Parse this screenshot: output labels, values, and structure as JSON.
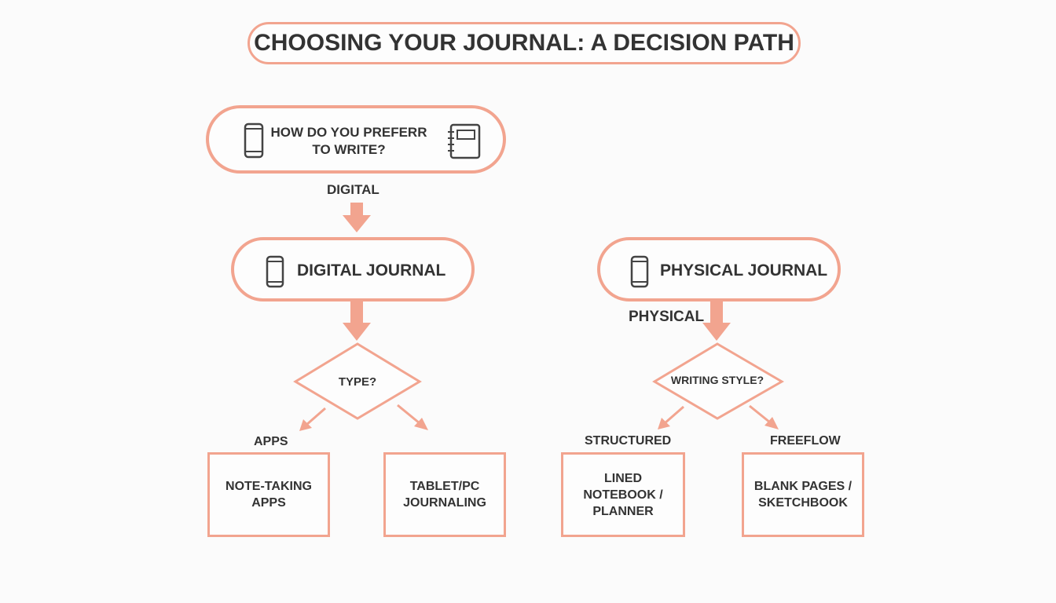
{
  "title": "CHOOSING YOUR JOURNAL: A DECISION PATH",
  "start": {
    "question": "HOW DO YOU PREFERR TO WRITE?",
    "left_icon": "smartphone-icon",
    "right_icon": "notebook-icon"
  },
  "branches": {
    "digital": {
      "edge_label": "DIGITAL",
      "node_label": "DIGITAL JOURNAL",
      "icon": "smartphone-icon",
      "decision": "TYPE?",
      "options": [
        {
          "edge_label": "APPS",
          "label": "NOTE-TAKING APPS"
        },
        {
          "edge_label": "",
          "label": "TABLET/PC JOURNALING"
        }
      ]
    },
    "physical": {
      "edge_label": "PHYSICAL",
      "node_label": "PHYSICAL JOURNAL",
      "icon": "smartphone-icon",
      "decision": "WRITING STYLE?",
      "options": [
        {
          "edge_label": "STRUCTURED",
          "label": "LINED NOTEBOOK / PLANNER"
        },
        {
          "edge_label": "FREEFLOW",
          "label": "BLANK PAGES / SKETCHBOOK"
        }
      ]
    }
  },
  "colors": {
    "accent": "#f2a48f",
    "text": "#333333",
    "background": "#fbfbfb"
  }
}
